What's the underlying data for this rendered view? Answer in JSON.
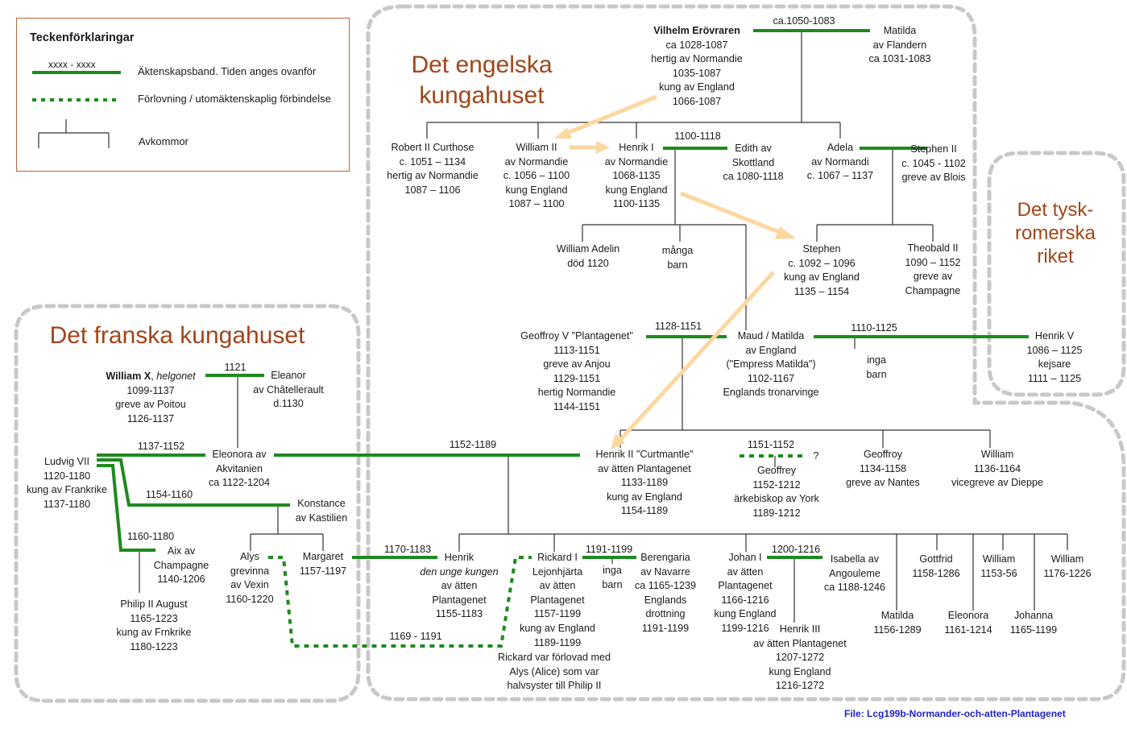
{
  "legend": {
    "title": "Teckenförklaringar",
    "sample_dates": "xxxx - xxxx",
    "marriage": "Äktenskapsband. Tiden anges ovanför",
    "engagement": "Förlovning / utomäktenskaplig förbindelse",
    "offspring": "Avkommor"
  },
  "regions": {
    "english": [
      "Det engelska",
      "kungahuset"
    ],
    "french": "Det franska kungahuset",
    "german": [
      "Det tysk-",
      "romerska",
      "riket"
    ]
  },
  "marriages": {
    "vilhelm_matilda": "ca.1050-1083",
    "henrik1_edith": "1100-1118",
    "geoffroy_maud": "1128-1151",
    "maud_henrikv": "1110-1125",
    "william_eleanor": "1121",
    "ludvig_eleonora": "1137-1152",
    "henrik2_eleonora": "1152-1189",
    "ludvig_konstance": "1154-1160",
    "ludvig_aix": "1160-1180",
    "henrik2_affair": "1151-1152",
    "affair_unknown": "?",
    "henrik_margaret": "1170-1183",
    "rickard_alys": "1169 - 1191",
    "rickard_berengaria": "1191-1199",
    "johan_isabella": "1200-1216"
  },
  "people": {
    "vilhelm": [
      "Vilhelm Erövraren",
      "ca 1028-1087",
      "hertig av Normandie",
      "1035-1087",
      "kung av England",
      "1066-1087"
    ],
    "matilda_flandern": [
      "Matilda",
      "av Flandern",
      "ca 1031-1083"
    ],
    "robert": [
      "Robert II Curthose",
      "c. 1051 – 1134",
      "hertig av Normandie",
      "1087 – 1106"
    ],
    "william2": [
      "William II",
      "av Normandie",
      "c. 1056 – 1100",
      "kung England",
      "1087 – 1100"
    ],
    "henrik1": [
      "Henrik I",
      "av Normandie",
      "1068-1135",
      "kung England",
      "1100-1135"
    ],
    "edith": [
      "Edith av",
      "Skottland",
      "ca 1080-1118"
    ],
    "adela": [
      "Adela",
      "av Normandi",
      "c. 1067 – 1137"
    ],
    "stephen2": [
      "Stephen II",
      "c. 1045 - 1102",
      "greve av Blois"
    ],
    "william_adelin": [
      "William Adelin",
      "död 1120"
    ],
    "manga_barn": [
      "många",
      "barn"
    ],
    "stephen": [
      "Stephen",
      "c. 1092 – 1096",
      "kung av England",
      "1135 – 1154"
    ],
    "theobald": [
      "Theobald II",
      "1090 – 1152",
      "greve av",
      "Champagne"
    ],
    "geoffroy5": [
      "Geoffroy V   \"Plantagenet\"",
      "1113-1151",
      "greve av Anjou",
      "1129-1151",
      "hertig Normandie",
      "1144-1151"
    ],
    "maud": [
      "Maud / Matilda",
      "av England",
      "(\"Empress Matilda\")",
      "1102-1167",
      "Englands tronarvinge"
    ],
    "inga_barn_1": [
      "inga",
      "barn"
    ],
    "henrik5": [
      "Henrik V",
      "1086 – 1125",
      "kejsare",
      "1111 – 1125"
    ],
    "william10_name": "William X",
    "william10_epithet": "helgonet",
    "william10": [
      "1099-1137",
      "greve av Poitou",
      "1126-1137"
    ],
    "eleanor": [
      "Eleanor",
      "av Châtellerault",
      "d.1130"
    ],
    "eleonora": [
      "Eleonora av",
      "Akvitanien",
      "ca 1122-1204"
    ],
    "ludvig7": [
      "Ludvig VII",
      "1120-1180",
      "kung av Frankrike",
      "1137-1180"
    ],
    "konstance": [
      "Konstance",
      "av Kastilien"
    ],
    "aix": [
      "Aix av",
      "Champagne",
      "1140-1206"
    ],
    "philip2": [
      "Philip II August",
      "1165-1223",
      "kung av Frnkrike",
      "1180-1223"
    ],
    "alys": [
      "Alys",
      "grevinna",
      "av Vexin",
      "1160-1220"
    ],
    "margaret": [
      "Margaret",
      "1157-1197"
    ],
    "henrik2": [
      "Henrik II \"Curtmantle\"",
      "av ätten Plantagenet",
      "1133-1189",
      "kung av England",
      "1154-1189"
    ],
    "geoffrey_york": [
      "Geoffrey",
      "1152-1212",
      "ärkebiskop av York",
      "1189-1212"
    ],
    "geoffroy_nantes": [
      "Geoffroy",
      "1134-1158",
      "greve av Nantes"
    ],
    "william_dieppe": [
      "William",
      "1136-1164",
      "vicegreve av Dieppe"
    ],
    "henrik_unge": [
      "Henrik",
      "den unge kungen",
      "av ätten",
      "Plantagenet",
      "1155-1183"
    ],
    "rickard1": [
      "Rickard I",
      "Lejonhjärta",
      "av ätten",
      "Plantagenet",
      "1157-1199",
      "kung av England",
      "1189-1199"
    ],
    "rickard_note": [
      "Rickard var förlovad med",
      "Alys (Alice) som var",
      "halvsyster till Philip II"
    ],
    "inga_barn_2": [
      "inga",
      "barn"
    ],
    "berengaria": [
      "Berengaria",
      "av Navarre",
      "ca 1165-1239",
      "Englands",
      "drottning",
      "1191-1199"
    ],
    "johan1": [
      "Johan I",
      "av ätten",
      "Plantagenet",
      "1166-1216",
      "kung England",
      "1199-1216"
    ],
    "henrik3": [
      "Henrik III",
      "av ätten Plantagenet",
      "1207-1272",
      "kung England",
      "1216-1272"
    ],
    "isabella": [
      "Isabella av",
      "Angouleme",
      "ca 1188-1246"
    ],
    "gottfrid": [
      "Gottfrid",
      "1158-1286"
    ],
    "william_1153": [
      "William",
      "1153-56"
    ],
    "william_1176": [
      "William",
      "1176-1226"
    ],
    "matilda_1156": [
      "Matilda",
      "1156-1289"
    ],
    "eleonora_1161": [
      "Eleonora",
      "1161-1214"
    ],
    "johanna": [
      "Johanna",
      "1165-1199"
    ]
  },
  "footer": "File: Lcg199b-Normander-och-atten-Plantagenet",
  "colors": {
    "marriage": "#1e8a1e",
    "region": "#c8c8c8",
    "title": "#a0461a",
    "arrow": "#fdd7a0",
    "footer": "#2222cc"
  }
}
